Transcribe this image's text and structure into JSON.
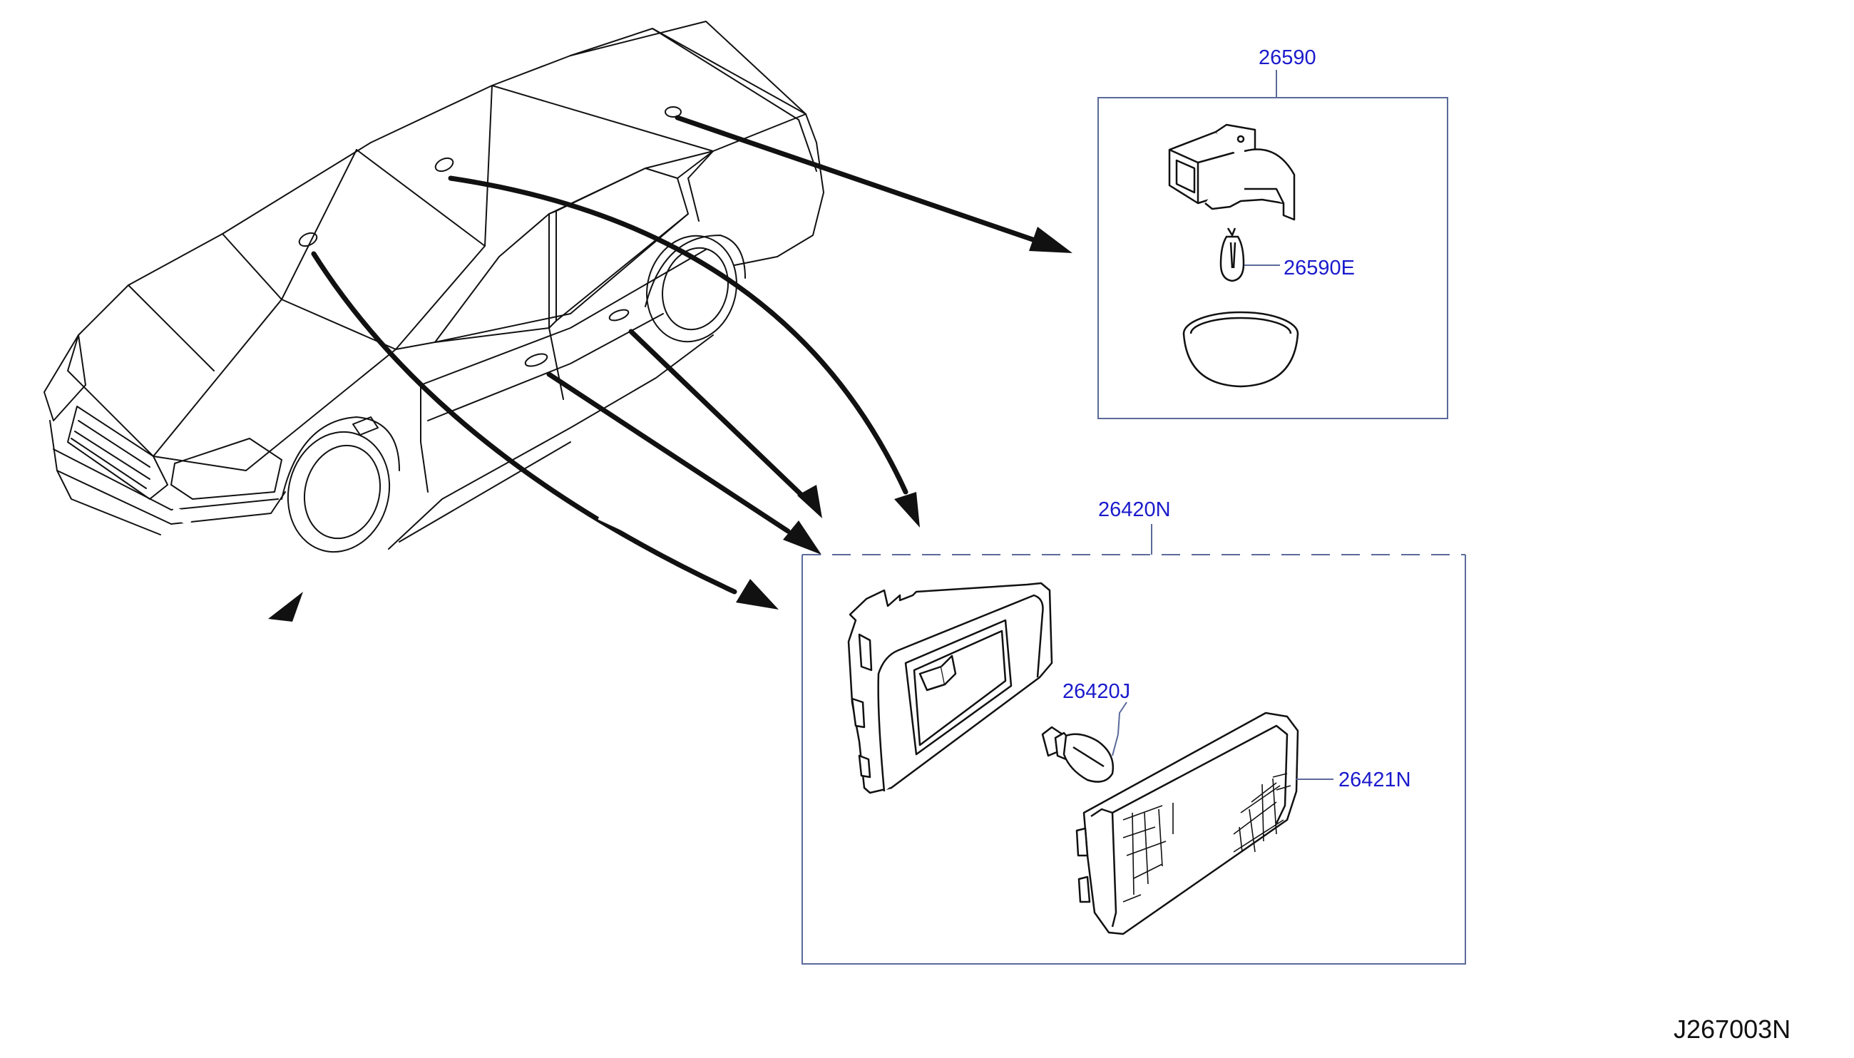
{
  "colors": {
    "line": "#111111",
    "callout": "#1a1acc",
    "box": "#5a6a9a",
    "background": "#ffffff"
  },
  "callouts": {
    "room_lamp_assy": "26590",
    "room_lamp_bulb": "26590E",
    "step_lamp_assy": "26420N",
    "step_lamp_bulb": "26420J",
    "step_lamp_lens": "26421N"
  },
  "document_id": "J267003N"
}
